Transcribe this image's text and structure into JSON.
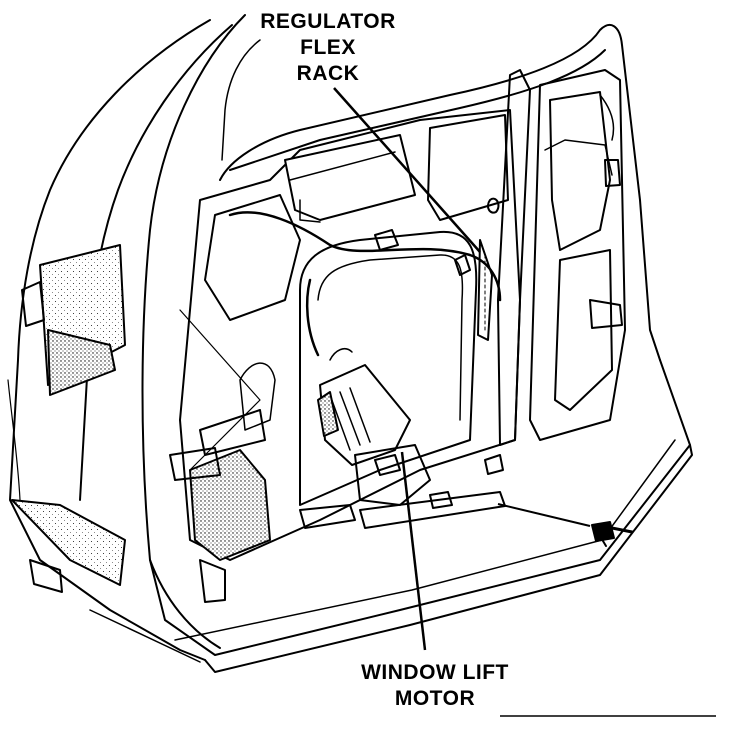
{
  "labels": {
    "regulator": [
      "REGULATOR",
      "FLEX",
      "RACK"
    ],
    "motor": [
      "WINDOW LIFT",
      "MOTOR"
    ]
  },
  "colors": {
    "ink": "#000000",
    "paper": "#ffffff",
    "shade": "#b8b8b8"
  }
}
